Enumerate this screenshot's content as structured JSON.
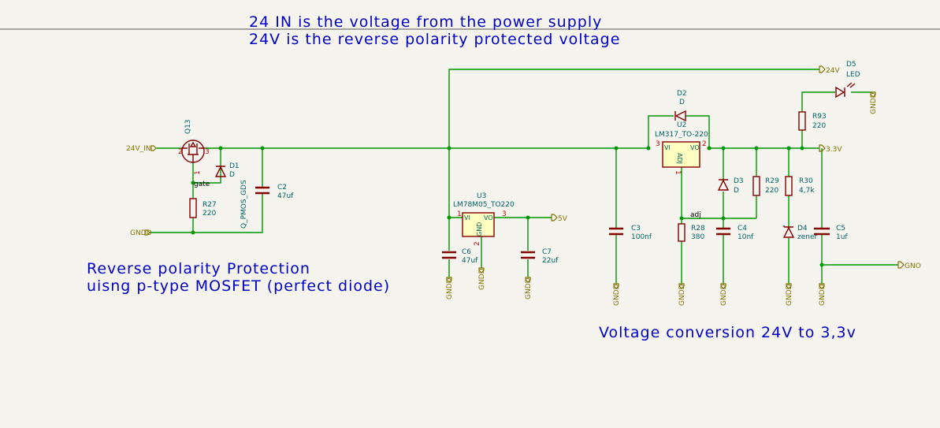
{
  "notes": {
    "line1": "24 IN is the voltage from the power supply",
    "line2": "24V is the reverse polarity protected voltage",
    "protection1": "Reverse polarity Protection",
    "protection2": "uisng p-type MOSFET (perfect diode)",
    "conversion": "Voltage conversion 24V to 3,3v"
  },
  "nets": {
    "in24": "24V_IN",
    "gndd": "GNDD",
    "v5": "5V",
    "v24": "24V",
    "v33": "3.3V",
    "gno": "GNO",
    "gate": "gate",
    "adj": "adj"
  },
  "components": {
    "q13": {
      "ref": "Q13",
      "value": "Q_PMOS_GDS",
      "pin1": "1",
      "pin2": "2",
      "pin3": "3"
    },
    "d1": {
      "ref": "D1",
      "value": "D"
    },
    "r27": {
      "ref": "R27",
      "value": "220"
    },
    "c2": {
      "ref": "C2",
      "value": "47uf"
    },
    "u3": {
      "ref": "U3",
      "value": "LM78M05_TO220",
      "vi": "VI",
      "vo": "VO",
      "gnd": "GND",
      "pin1": "1",
      "pin2": "2",
      "pin3": "3"
    },
    "c6": {
      "ref": "C6",
      "value": "47uf"
    },
    "c7": {
      "ref": "C7",
      "value": "22uf"
    },
    "c3": {
      "ref": "C3",
      "value": "100nf"
    },
    "d2": {
      "ref": "D2",
      "value": "D"
    },
    "u2": {
      "ref": "U2",
      "value": "LM317_TO-220",
      "vi": "VI",
      "vo": "VO",
      "adj": "ADJ",
      "pin1": "1",
      "pin2": "2",
      "pin3": "3"
    },
    "d3": {
      "ref": "D3",
      "value": "D"
    },
    "r28": {
      "ref": "R28",
      "value": "380"
    },
    "c4": {
      "ref": "C4",
      "value": "10nf"
    },
    "r29": {
      "ref": "R29",
      "value": "220"
    },
    "r30": {
      "ref": "R30",
      "value": "4,7k"
    },
    "d4": {
      "ref": "D4",
      "value": "zener"
    },
    "c5": {
      "ref": "C5",
      "value": "1uf"
    },
    "r93": {
      "ref": "R93",
      "value": "220"
    },
    "d5": {
      "ref": "D5",
      "value": "LED"
    }
  },
  "colors": {
    "wire": "#009600",
    "component": "#840000",
    "reference": "#006464",
    "net_label": "#847200",
    "note": "#0000c8",
    "background": "#f5f4ef"
  }
}
